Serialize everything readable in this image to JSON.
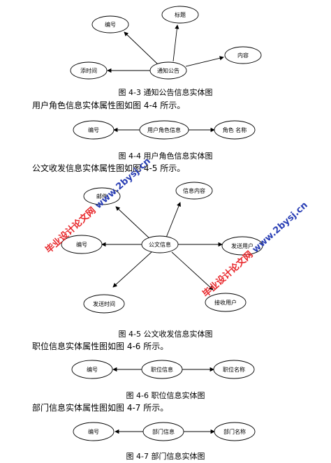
{
  "figure_4_3": {
    "center": "通知公告",
    "attributes": [
      "编号",
      "标题",
      "内容",
      "添时间"
    ],
    "caption": "图 4-3 通知公告信息实体图"
  },
  "para_4_4": "用户角色信息实体属性图如图 4-4 所示。",
  "figure_4_4": {
    "center": "用户角色信息",
    "left": "编号",
    "right": "角色 名称",
    "caption": "图 4-4 用户角色信息实体图"
  },
  "para_4_5": "公文收发信息实体属性图如图 4-5 所示。",
  "figure_4_5": {
    "center": "公文信息",
    "attributes": [
      "邮件",
      "信息内容",
      "编号",
      "发送用户",
      "发送时间",
      "接收用户"
    ],
    "caption": "图 4-5 公文收发信息实体图"
  },
  "para_4_6": "职位信息实体属性图如图 4-6 所示。",
  "figure_4_6": {
    "center": "职位信息",
    "left": "编号",
    "right": "职位名称",
    "caption": "图 4-6 职位信息实体图"
  },
  "para_4_7": "部门信息实体属性图如图 4-7 所示。",
  "figure_4_7": {
    "center": "部门信息",
    "left": "编号",
    "right": "部门名称",
    "caption": "图 4-7 部门信息实体图"
  },
  "watermark": {
    "cn": "毕业设计论文网",
    "url": "www.2bysj.cn"
  }
}
